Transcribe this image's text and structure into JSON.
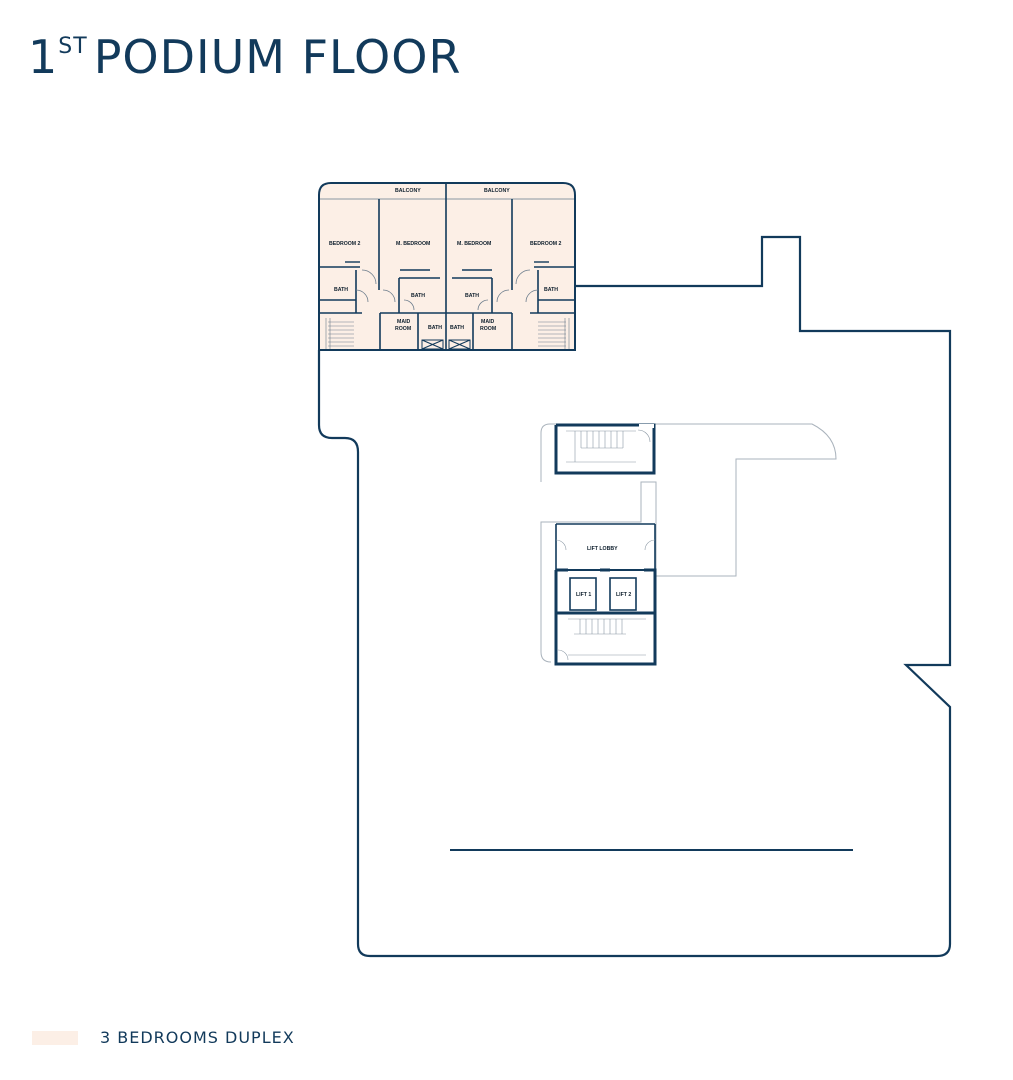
{
  "title": {
    "main": "1",
    "superscript": "ST",
    "rest": "PODIUM FLOOR"
  },
  "rooms": {
    "balcony_left": "BALCONY",
    "balcony_right": "BALCONY",
    "bedroom2_left": "BEDROOM 2",
    "mbedroom_left": "M. BEDROOM",
    "mbedroom_right": "M. BEDROOM",
    "bedroom2_right": "BEDROOM 2",
    "bath_1": "BATH",
    "bath_2": "BATH",
    "bath_3": "BATH",
    "bath_4": "BATH",
    "bath_5": "BATH",
    "bath_6": "BATH",
    "maid_left_1": "MAID",
    "maid_left_2": "ROOM",
    "maid_right_1": "MAID",
    "maid_right_2": "ROOM"
  },
  "core": {
    "lift_lobby": "LIFT LOBBY",
    "lift1": "LIFT 1",
    "lift2": "LIFT 2"
  },
  "legend": {
    "label": "3 BEDROOMS DUPLEX",
    "color": "#fcefe6"
  },
  "colors": {
    "outline": "#123a5b",
    "unit_fill": "#fcefe6"
  }
}
